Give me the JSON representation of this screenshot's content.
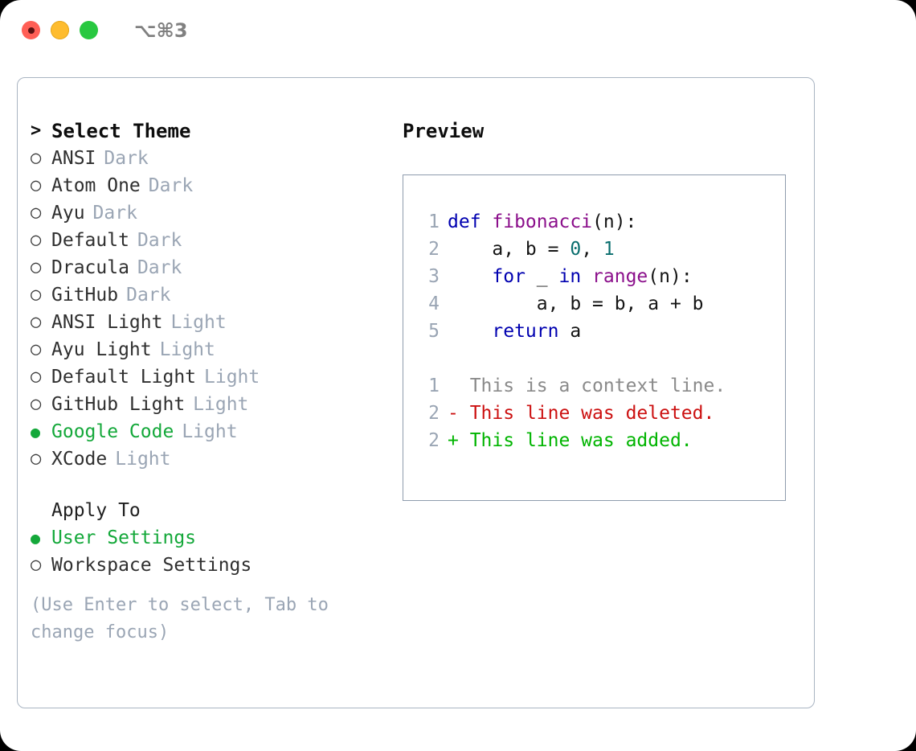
{
  "titlebar": {
    "shortcut": "⌥⌘3",
    "dots": [
      "close-red",
      "minimize-yellow",
      "maximize-green"
    ]
  },
  "theme_picker": {
    "header_prompt": ">",
    "header_label": "Select Theme",
    "unselected_bullet": "○",
    "selected_bullet": "●",
    "items": [
      {
        "bullet": "○",
        "name": "ANSI",
        "tag": "Dark",
        "selected": false
      },
      {
        "bullet": "○",
        "name": "Atom One",
        "tag": "Dark",
        "selected": false
      },
      {
        "bullet": "○",
        "name": "Ayu",
        "tag": "Dark",
        "selected": false
      },
      {
        "bullet": "○",
        "name": "Default",
        "tag": "Dark",
        "selected": false
      },
      {
        "bullet": "○",
        "name": "Dracula",
        "tag": "Dark",
        "selected": false
      },
      {
        "bullet": "○",
        "name": "GitHub",
        "tag": "Dark",
        "selected": false
      },
      {
        "bullet": "○",
        "name": "ANSI Light",
        "tag": "Light",
        "selected": false
      },
      {
        "bullet": "○",
        "name": "Ayu Light",
        "tag": "Light",
        "selected": false
      },
      {
        "bullet": "○",
        "name": "Default Light",
        "tag": "Light",
        "selected": false
      },
      {
        "bullet": "○",
        "name": "GitHub Light",
        "tag": "Light",
        "selected": false
      },
      {
        "bullet": "●",
        "name": "Google Code",
        "tag": "Light",
        "selected": true
      },
      {
        "bullet": "○",
        "name": "XCode",
        "tag": "Light",
        "selected": false
      }
    ]
  },
  "apply_to": {
    "label": "Apply To",
    "options": [
      {
        "bullet": "●",
        "name": "User Settings",
        "selected": true
      },
      {
        "bullet": "○",
        "name": "Workspace Settings",
        "selected": false
      }
    ]
  },
  "hint": "(Use Enter to select, Tab to change focus)",
  "preview": {
    "title": "Preview",
    "code_lines": [
      {
        "num": "1",
        "tokens": [
          {
            "t": "def ",
            "c": "kw"
          },
          {
            "t": "fibonacci",
            "c": "fn"
          },
          {
            "t": "(n):",
            "c": "punc"
          }
        ]
      },
      {
        "num": "2",
        "tokens": [
          {
            "t": "    a, b = ",
            "c": "txt"
          },
          {
            "t": "0",
            "c": "num"
          },
          {
            "t": ", ",
            "c": "txt"
          },
          {
            "t": "1",
            "c": "num"
          }
        ]
      },
      {
        "num": "3",
        "tokens": [
          {
            "t": "    ",
            "c": "txt"
          },
          {
            "t": "for",
            "c": "kw"
          },
          {
            "t": " _ ",
            "c": "txt"
          },
          {
            "t": "in",
            "c": "kw"
          },
          {
            "t": " ",
            "c": "txt"
          },
          {
            "t": "range",
            "c": "fn"
          },
          {
            "t": "(n):",
            "c": "punc"
          }
        ]
      },
      {
        "num": "4",
        "tokens": [
          {
            "t": "        a, b = b, a + b",
            "c": "txt"
          }
        ]
      },
      {
        "num": "5",
        "tokens": [
          {
            "t": "    ",
            "c": "txt"
          },
          {
            "t": "return",
            "c": "kw"
          },
          {
            "t": " a",
            "c": "txt"
          }
        ]
      }
    ],
    "diff_lines": [
      {
        "num": "1",
        "marker": " ",
        "text": " This is a context line.",
        "kind": "ctx"
      },
      {
        "num": "2",
        "marker": "-",
        "text": " This line was deleted.",
        "kind": "del"
      },
      {
        "num": "2",
        "marker": "+",
        "text": " This line was added.",
        "kind": "add"
      }
    ]
  },
  "colors": {
    "accent_green": "#14a83a",
    "muted_tag": "#9aa5b4",
    "panel_border": "#a9b4c2",
    "preview_border": "#8f9cad",
    "keyword": "#0000b0",
    "function": "#8b0f8b",
    "number": "#0a6e6e",
    "diff_context": "#8a8a8a",
    "diff_deleted": "#cc1111",
    "diff_added": "#00b400",
    "dot_red": "#ff5f56",
    "dot_yellow": "#febc2e",
    "dot_green": "#28c840"
  }
}
